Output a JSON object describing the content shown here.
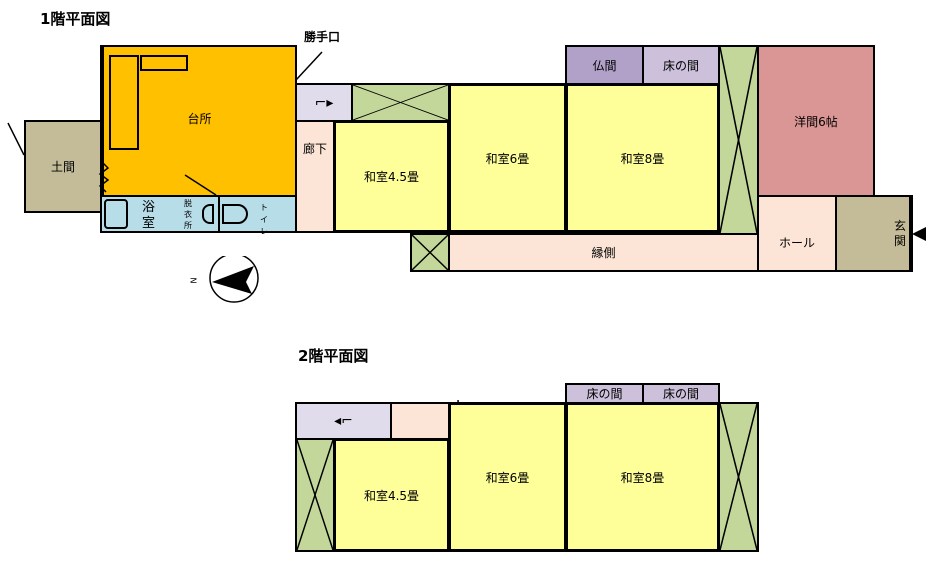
{
  "floor1": {
    "title": "1階平面図",
    "kitchen": "台所",
    "doma": "土間",
    "back_door": "勝手口",
    "corridor": "廊下",
    "washitsu45": "和室4.5畳",
    "washitsu6": "和室6畳",
    "washitsu8": "和室8畳",
    "butsuma": "仏間",
    "tokonoma": "床の間",
    "youma": "洋間6帖",
    "hall": "ホール",
    "genkan": "玄関",
    "engawa": "縁側",
    "bath": "浴室",
    "dressing": "脱衣所",
    "toilet": "トイレ"
  },
  "floor2": {
    "title": "2階平面図",
    "washitsu45": "和室4.5畳",
    "washitsu6": "和室6畳",
    "washitsu8": "和室8畳",
    "tokonoma_1": "床の間",
    "tokonoma_2": "床の間"
  },
  "compass": {
    "label": "N"
  },
  "colors": {
    "kitchen": "#ffc000",
    "tatami": "#ffff99",
    "closet": "#c4d79b",
    "youma": "#da9694",
    "butsuma": "#b1a0c7",
    "tokonoma": "#ccc0da"
  }
}
